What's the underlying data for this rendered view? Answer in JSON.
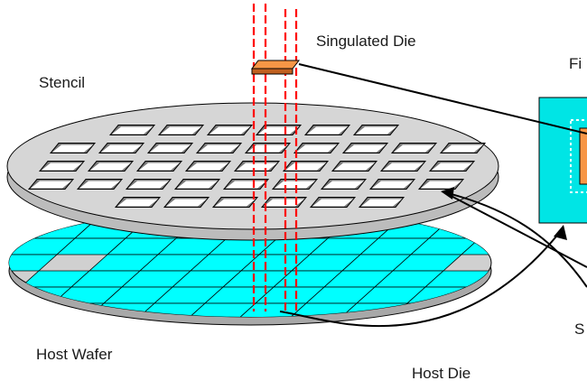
{
  "labels": {
    "singulated_die": "Singulated Die",
    "stencil": "Stencil",
    "host_wafer": "Host Wafer",
    "host_die": "Host Die",
    "fi_cut": "Fi",
    "s_cut": "S"
  },
  "colors": {
    "stencil_fill": "#d6d6d6",
    "stencil_edge": "#bcbcbc",
    "wafer_fill": "#d0d0d0",
    "die_cyan": "#00ffff",
    "inset_bg": "#00e5e5",
    "singulated_die": "#f79646",
    "laser_red": "#ff0000",
    "line": "#000000"
  }
}
